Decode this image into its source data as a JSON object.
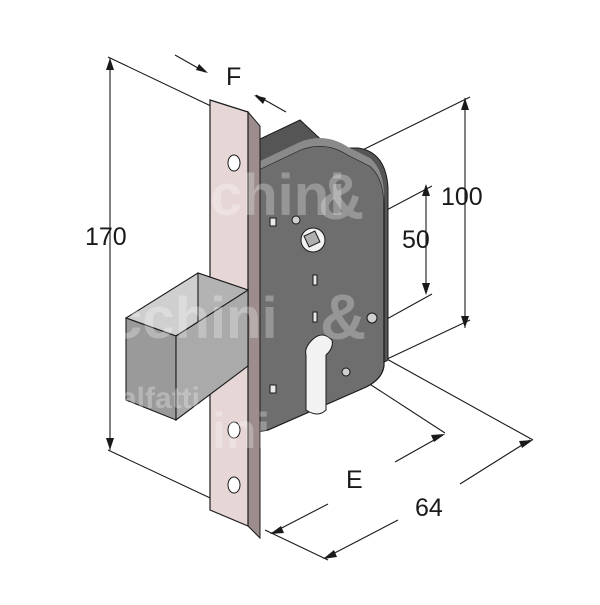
{
  "diagram": {
    "dimensions": {
      "height_total": "170",
      "faceplate_thickness": "F",
      "case_height": "100",
      "keyhole_spacing": "50",
      "backset": "E",
      "case_depth": "64"
    },
    "watermark": {
      "line1": "chini",
      "symbol": "&",
      "line2": "cchini",
      "line3": "alfatti",
      "line4": "ini"
    },
    "colors": {
      "faceplate": "#e6d6d6",
      "faceplate_side": "#9c8c8c",
      "case_body": "#767676",
      "case_front": "#6e6e6e",
      "bolt_front": "#9a9a9a",
      "bolt_top": "#cfcfcf",
      "bolt_side": "#b3b3b3",
      "lines": "#1a1a1a"
    }
  }
}
